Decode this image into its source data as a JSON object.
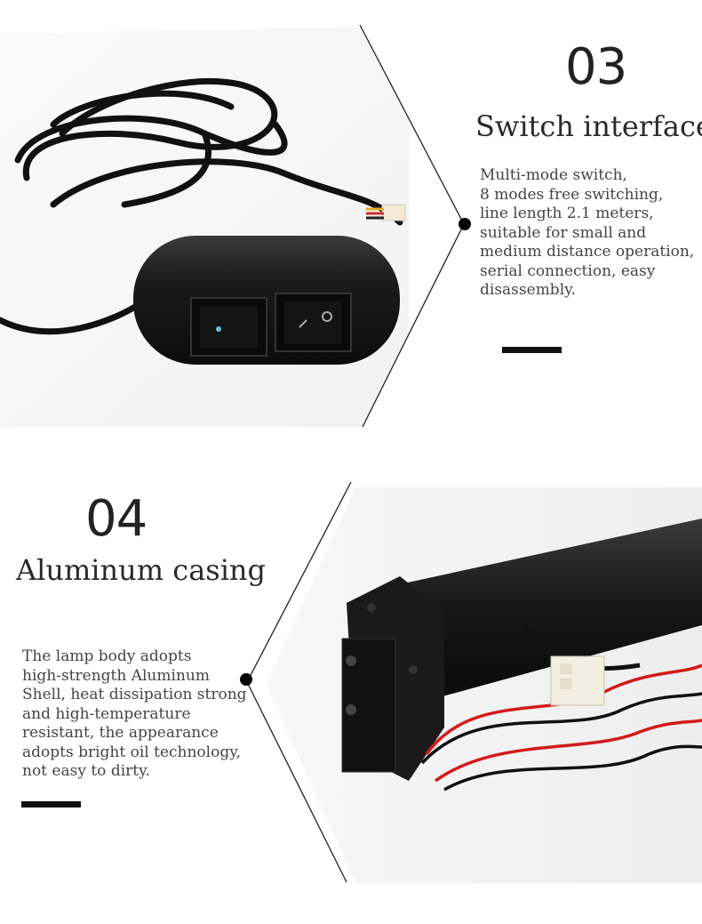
{
  "sections": [
    {
      "number": "03",
      "title": "Switch interface",
      "description_lines": [
        "Multi-mode switch,",
        "8 modes free switching,",
        "line length 2.1 meters,",
        "suitable for small and",
        "medium distance operation,",
        "serial connection, easy",
        "disassembly."
      ],
      "accent_color": "#111111",
      "image_icon": "switch-box-photo"
    },
    {
      "number": "04",
      "title": "Aluminum casing",
      "description_lines": [
        "The lamp body adopts",
        "high-strength Aluminum",
        "Shell, heat dissipation strong",
        "and high-temperature",
        "resistant, the appearance",
        "adopts bright oil technology,",
        "not easy to dirty."
      ],
      "accent_color": "#111111",
      "image_icon": "aluminum-lamp-photo"
    }
  ]
}
